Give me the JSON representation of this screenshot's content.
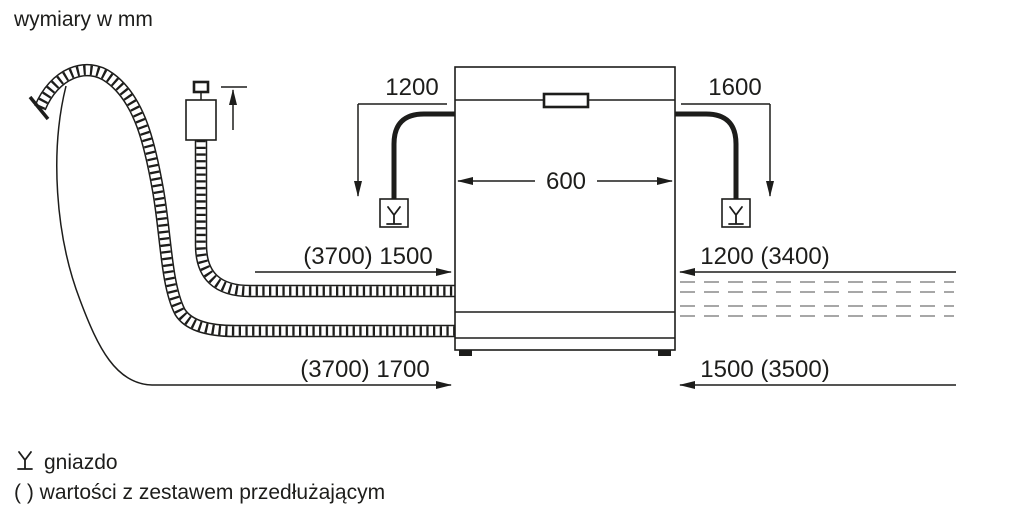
{
  "title": "wymiary w mm",
  "colors": {
    "line": "#1d1d1b",
    "dash": "#8a8a8a",
    "background": "#ffffff"
  },
  "dimensions": {
    "left_socket_distance": "1200",
    "right_socket_distance": "1600",
    "appliance_width": "600",
    "mid_left": "(3700) 1500",
    "mid_right": "1200 (3400)",
    "bottom_left": "(3700) 1700",
    "bottom_right": "1500 (3500)"
  },
  "legend": {
    "socket": "gniazdo",
    "extension_values": "( ) wartości z zestawem przedłużającym"
  },
  "icons": {
    "socket": "socket-icon",
    "tap": "tap-icon",
    "arrow": "arrowhead-icon"
  }
}
